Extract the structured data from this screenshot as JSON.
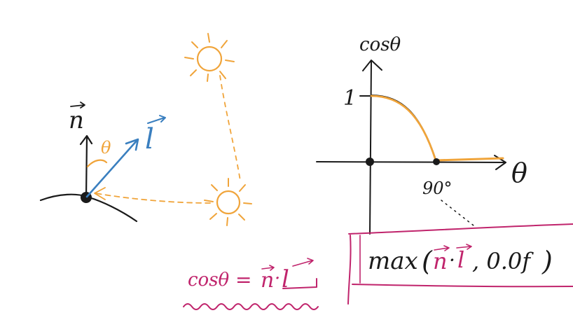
{
  "labels": {
    "normal": "n",
    "light": "l",
    "theta": "θ",
    "y_axis": "cosθ",
    "x_axis": "θ",
    "y_tick": "1",
    "x_tick": "90°"
  },
  "formula_left": {
    "lhs": "cosθ",
    "eq": "=",
    "n": "n",
    "dot": "·",
    "l": "l"
  },
  "formula_box": {
    "func": "max",
    "open": "(",
    "n": "n",
    "dot": "·",
    "l": "l",
    "rest": ", 0.0f",
    "close": ")"
  },
  "colors": {
    "ink": "#1a1a1a",
    "orange": "#f0a43a",
    "blue": "#3a7fbf",
    "magenta": "#c0246c"
  },
  "icons": {
    "sun_top": "sun-icon",
    "sun_bottom": "sun-icon"
  }
}
